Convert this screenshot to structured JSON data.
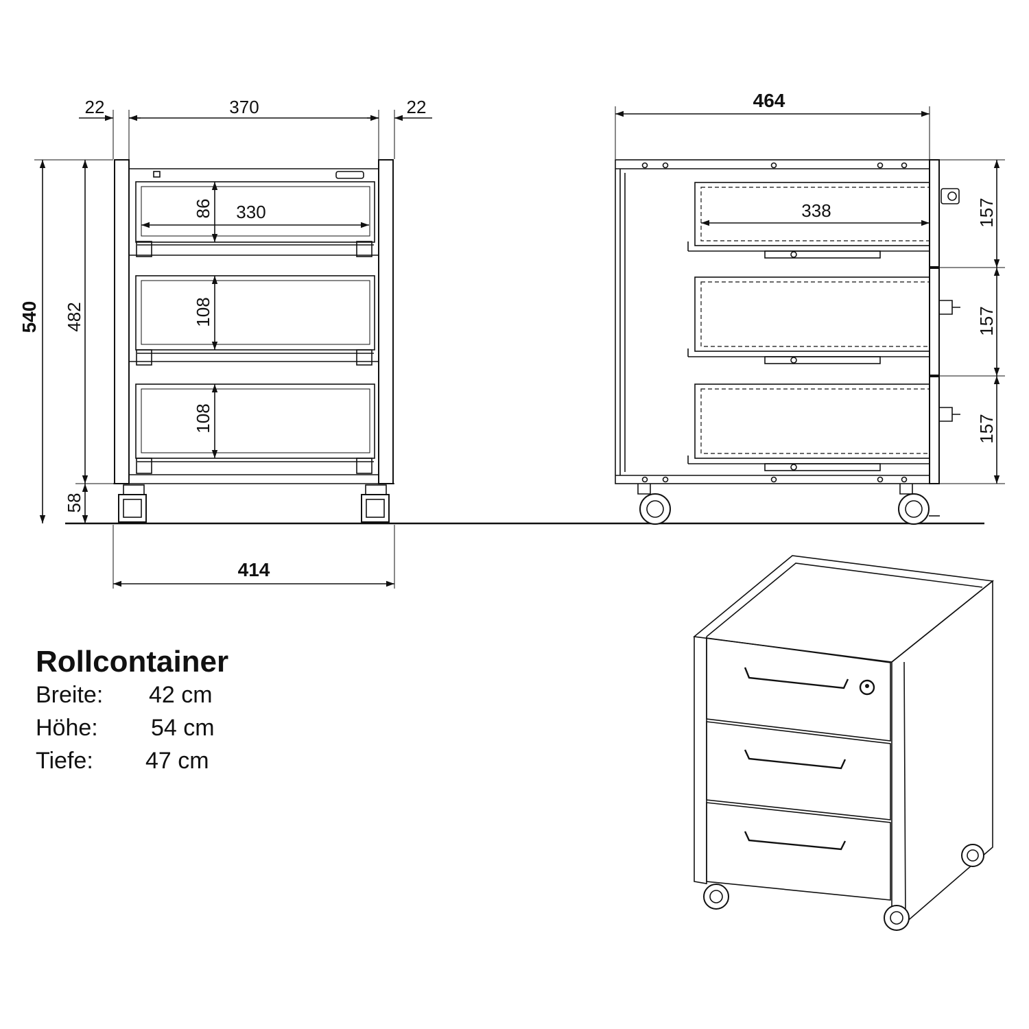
{
  "front_view": {
    "dim_side_left": "22",
    "dim_inner_width": "370",
    "dim_side_right": "22",
    "dim_total_height": "540",
    "dim_body_height": "482",
    "dim_caster_height": "58",
    "dim_total_width": "414",
    "dim_drawer_width": "330",
    "dim_drawer1_height": "86",
    "dim_drawer2_height": "108",
    "dim_drawer3_height": "108"
  },
  "side_view": {
    "dim_depth": "464",
    "dim_drawer_depth": "338",
    "dim_front1_height": "157",
    "dim_front2_height": "157",
    "dim_front3_height": "157"
  },
  "specs": {
    "title": "Rollcontainer",
    "rows": [
      {
        "label": "Breite:",
        "value": "42 cm"
      },
      {
        "label": "Höhe:",
        "value": "54 cm"
      },
      {
        "label": "Tiefe:",
        "value": "47 cm"
      }
    ]
  }
}
